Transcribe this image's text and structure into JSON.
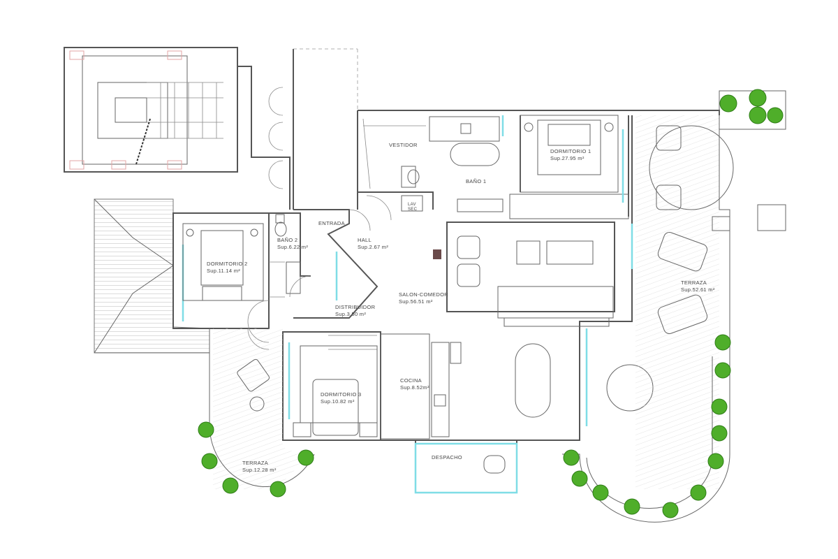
{
  "plan": {
    "rooms": [
      {
        "name": "VESTIDOR"
      },
      {
        "name": "BAÑO 1"
      },
      {
        "name": "DORMITORIO 1",
        "area": "Sup.27.95  m²"
      },
      {
        "name": "ENTRADA"
      },
      {
        "name": "HALL",
        "area": "Sup.2.67  m²"
      },
      {
        "name": "BAÑO 2",
        "area": "Sup.6.22  m²"
      },
      {
        "name": "DORMITORIO 2",
        "area": "Sup.11.14  m²"
      },
      {
        "name": "SALON-COMEDOR",
        "area": "Sup.56.51  m²"
      },
      {
        "name": "DISTRIBUIDOR",
        "area": "Sup.3.50  m²"
      },
      {
        "name": "TERRAZA",
        "area": "Sup.52.61  m²"
      },
      {
        "name": "COCINA",
        "area": "Sup.8.52m²"
      },
      {
        "name": "DORMITORIO 3",
        "area": "Sup.10.82  m²"
      },
      {
        "name": "DESPACHO"
      },
      {
        "name": "TERRAZA",
        "area": "Sup.12.28  m²"
      }
    ],
    "appliance_label": [
      "LAV",
      "SEC"
    ],
    "colors": {
      "walls": "#555555",
      "glass": "#7fdde6",
      "plants": "#4fae2a",
      "columns": "#e3a5a5"
    }
  }
}
